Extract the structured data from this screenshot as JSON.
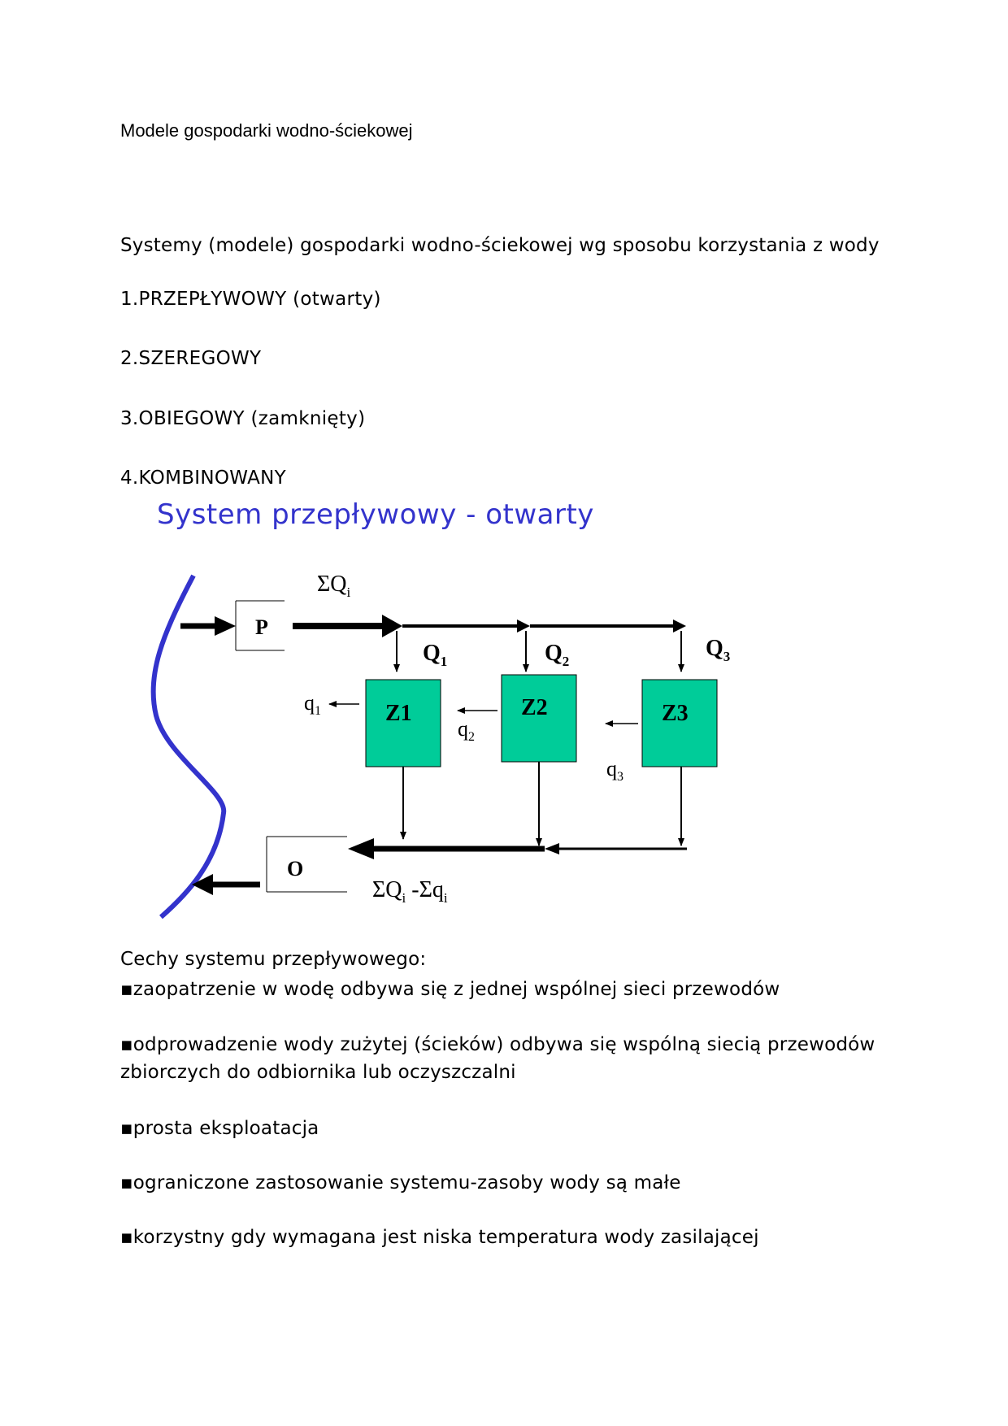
{
  "page_title": "Modele gospodarki wodno-ściekowej",
  "intro": "Systemy (modele) gospodarki wodno-ściekowej wg sposobu korzystania z wody",
  "list": [
    "1.PRZEPŁYWOWY (otwarty)",
    "2.SZEREGOWY",
    "3.OBIEGOWY (zamknięty)",
    "4.KOMBINOWANY"
  ],
  "diagram": {
    "title": "System przepływowy - otwarty",
    "intake_label": "P",
    "outlet_label": "O",
    "sum_inflow": {
      "base": "ΣQ",
      "sub": "i"
    },
    "sum_outflow": {
      "base1": "ΣQ",
      "sub1": "i",
      "mid": " -Σq",
      "sub2": "i"
    },
    "consumers": [
      {
        "label": "Z1",
        "q_in": "Q",
        "q_in_sub": "1",
        "q_out": "q",
        "q_out_sub": "1"
      },
      {
        "label": "Z2",
        "q_in": "Q",
        "q_in_sub": "2",
        "q_out": "q",
        "q_out_sub": "2"
      },
      {
        "label": "Z3",
        "q_in": "Q",
        "q_in_sub": "3",
        "q_out": "q",
        "q_out_sub": "3"
      }
    ],
    "colors": {
      "river": "#3333cc",
      "consumer_fill": "#00cc99",
      "title": "#3333cc"
    }
  },
  "features": {
    "heading": "Cechy systemu przepływowego:",
    "items": [
      "▪zaopatrzenie w wodę odbywa się z jednej wspólnej sieci przewodów",
      "▪odprowadzenie wody zużytej (ścieków) odbywa się wspólną siecią przewodów zbiorczych do odbiornika lub oczyszczalni",
      "▪prosta eksploatacja",
      "▪ograniczone zastosowanie systemu-zasoby wody są małe",
      "▪korzystny gdy wymagana jest niska temperatura wody zasilającej"
    ]
  }
}
